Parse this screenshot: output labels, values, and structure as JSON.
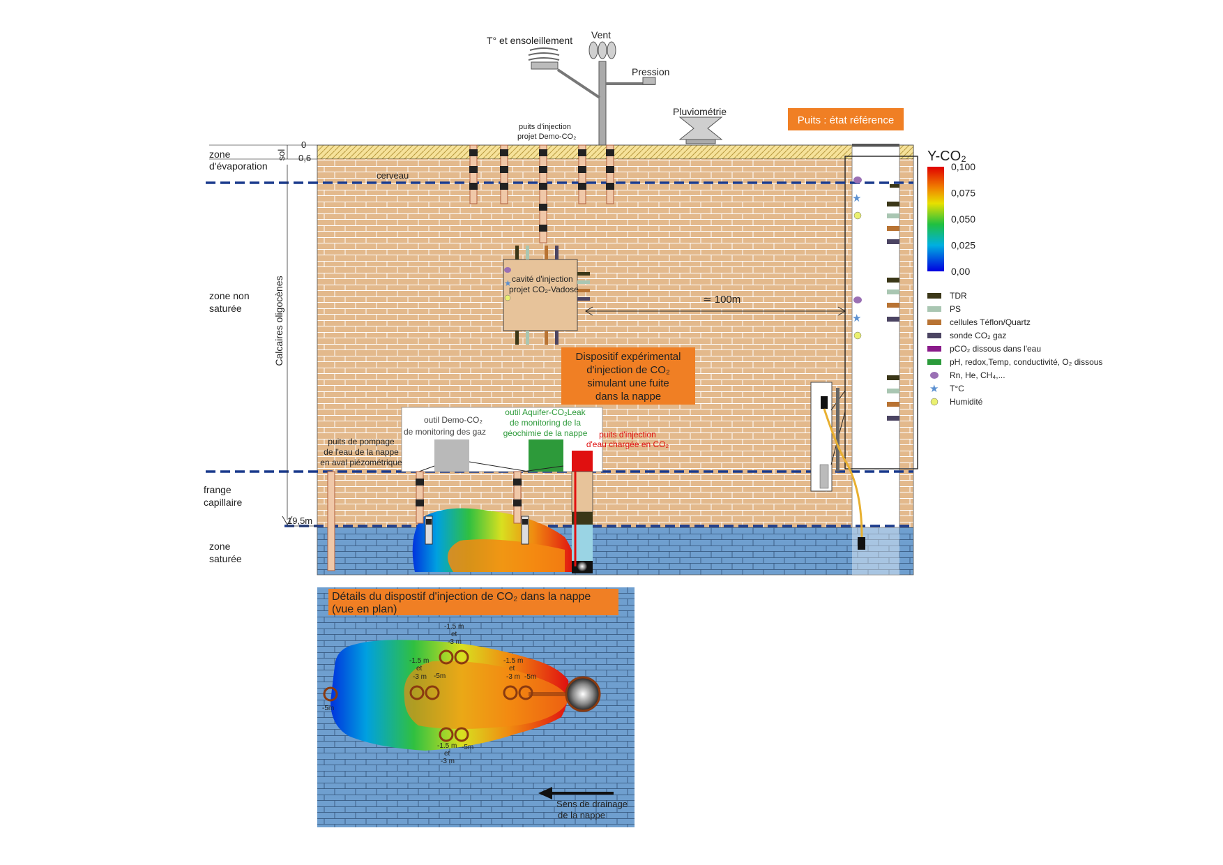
{
  "colors": {
    "brick_fill": "#e3b98c",
    "brick_line": "#ffffff",
    "water_fill": "#6f9fcf",
    "soil_fill": "#f6e29a",
    "dashed_line": "#1a3a8c",
    "orange_box": "#f07f24",
    "tdr": "#3b3718",
    "ps": "#a9c6b2",
    "teflon": "#b87333",
    "sonde_co2": "#4b4462",
    "pco2": "#8a1a8a",
    "ph": "#2a9a3a",
    "rn": "#9a70b4",
    "tc": "#5a8fd0",
    "humidite": "#eaf070",
    "grey_tool": "#b9b9b9",
    "green_tool": "#2d9a3a",
    "red_tool": "#e01010",
    "pipe_yellow": "#e8b030"
  },
  "station": {
    "temp_label": "T° et ensoleillement",
    "wind_label": "Vent",
    "pressure_label": "Pression",
    "rain_label": "Pluviométrie"
  },
  "depth_labels": {
    "zero": "0",
    "soil_depth": "0,6",
    "sol": "sol",
    "bottom_depth": "19,5m",
    "formation": "Calcaires oligocènes"
  },
  "zones": {
    "evaporation_line1": "zone",
    "evaporation_line2": "d'évaporation",
    "non_saturee_line1": "zone non",
    "non_saturee_line2": "saturée",
    "frange_line1": "frange",
    "frange_line2": "capillaire",
    "saturee_line1": "zone",
    "saturee_line2": "saturée"
  },
  "labels": {
    "cerveau": "cerveau",
    "demo_wells_line1": "puits d'injection",
    "demo_wells_line2": "projet Demo-CO₂",
    "cavity_line1": "cavité d'injection",
    "cavity_line2": "projet CO₂-Vadose",
    "distance": "≃ 100m",
    "reference_well": "Puits : état référence",
    "pompage_line1": "puits de pompage",
    "pompage_line2": "de l'eau de la nappe",
    "pompage_line3": "en aval piézométrique",
    "demo_tool_line1": "outil Demo-CO₂",
    "demo_tool_line2": "de monitoring des gaz",
    "aquifer_tool_line1": "outil Aquifer-CO₂Leak",
    "aquifer_tool_line2": "de monitoring de la",
    "aquifer_tool_line3": "géochimie de la nappe",
    "injection_water_line1": "puits d'injection",
    "injection_water_line2": "d'eau chargée en CO₂"
  },
  "experiment_box": {
    "line1": "Dispositif expérimental",
    "line2": "d'injection de CO₂",
    "line3": "simulant une fuite",
    "line4": "dans la nappe"
  },
  "scale": {
    "title": "Y-CO₂",
    "ticks": [
      "0,100",
      "0,075",
      "0,050",
      "0,025",
      "0,00"
    ]
  },
  "legend": [
    {
      "label": "TDR",
      "color_key": "tdr",
      "kind": "rect"
    },
    {
      "label": "PS",
      "color_key": "ps",
      "kind": "rect"
    },
    {
      "label": "cellules Téflon/Quartz",
      "color_key": "teflon",
      "kind": "rect"
    },
    {
      "label": "sonde CO₂ gaz",
      "color_key": "sonde_co2",
      "kind": "rect"
    },
    {
      "label": "pCO₂ dissous dans l'eau",
      "color_key": "pco2",
      "kind": "rect"
    },
    {
      "label": "pH, redox,Temp, conductivité, O₂ dissous",
      "color_key": "ph",
      "kind": "rect"
    },
    {
      "label": "Rn, He, CH₄,...",
      "color_key": "rn",
      "kind": "ellipse"
    },
    {
      "label": "T°C",
      "color_key": "tc",
      "kind": "star"
    },
    {
      "label": "Humidité",
      "color_key": "humidite",
      "kind": "circle"
    }
  ],
  "plan_view": {
    "title_line1": "Détails du dispostif d'injection de CO₂ dans la nappe",
    "title_line2": "(vue en plan)",
    "depth_top": [
      "-1.5 m",
      "et",
      "-3 m"
    ],
    "depth_mid_left": [
      "-1.5 m",
      "et",
      "-3 m"
    ],
    "depth_mid_left_5": "-5m",
    "depth_right": [
      "-1.5 m",
      "et",
      "-3 m"
    ],
    "depth_right_5": "-5m",
    "depth_far_left": "-5m",
    "depth_bottom": [
      "-1.5 m",
      "et",
      "-3 m"
    ],
    "depth_bottom_5": "-5m",
    "drainage_line1": "Sens de drainage",
    "drainage_line2": "de la nappe"
  }
}
